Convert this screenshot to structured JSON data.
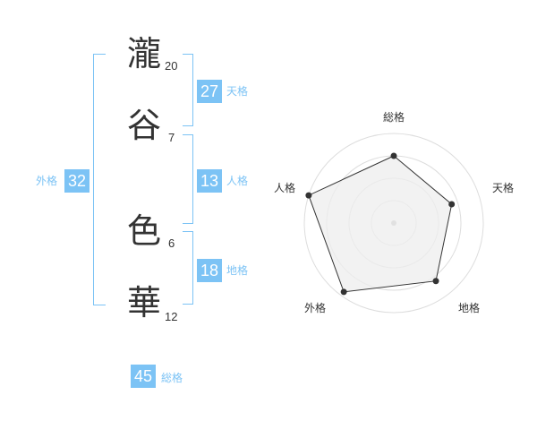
{
  "name_chars": [
    {
      "char": "瀧",
      "strokes": "20"
    },
    {
      "char": "谷",
      "strokes": "7"
    },
    {
      "char": "色",
      "strokes": "6"
    },
    {
      "char": "華",
      "strokes": "12"
    }
  ],
  "fortunes": {
    "tenkaku": {
      "value": "27",
      "label": "天格"
    },
    "jinkaku": {
      "value": "13",
      "label": "人格"
    },
    "chikaku": {
      "value": "18",
      "label": "地格"
    },
    "gaikaku": {
      "value": "32",
      "label": "外格"
    },
    "soukaku": {
      "value": "45",
      "label": "総格"
    }
  },
  "chart_data": {
    "type": "radar",
    "axes": [
      "総格",
      "天格",
      "地格",
      "外格",
      "人格"
    ],
    "values": [
      0.75,
      0.68,
      0.8,
      0.95,
      1.0
    ],
    "max": 1,
    "rings": 4,
    "colors": {
      "fill": "#eeeeee",
      "line": "#333333",
      "ring": "#dddddd",
      "point": "#333333"
    }
  },
  "colors": {
    "accent": "#7cc3f5",
    "text": "#333333"
  }
}
